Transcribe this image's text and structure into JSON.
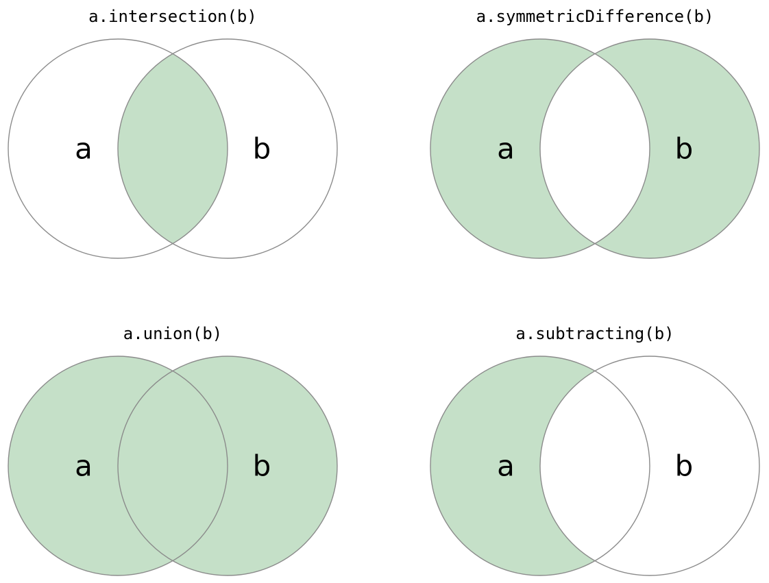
{
  "figure": {
    "background": "#ffffff",
    "shade_color": "#c5e0c8",
    "stroke_color": "#8b8b8b",
    "text_color": "#000000",
    "panels": [
      {
        "title": "a.intersection(b)",
        "label_a": "a",
        "label_b": "b",
        "operation": "intersection",
        "shaded_region": "a ∩ b",
        "shading": {
          "a": false,
          "b": false,
          "intersection": true
        }
      },
      {
        "title": "a.symmetricDifference(b)",
        "label_a": "a",
        "label_b": "b",
        "operation": "symmetricDifference",
        "shaded_region": "(a ∪ b) − (a ∩ b)",
        "shading": {
          "a": true,
          "b": true,
          "intersection": false
        }
      },
      {
        "title": "a.union(b)",
        "label_a": "a",
        "label_b": "b",
        "operation": "union",
        "shaded_region": "a ∪ b",
        "shading": {
          "a": true,
          "b": true,
          "intersection": true
        }
      },
      {
        "title": "a.subtracting(b)",
        "label_a": "a",
        "label_b": "b",
        "operation": "subtracting",
        "shaded_region": "a − b",
        "shading": {
          "a": true,
          "b": false,
          "intersection": false
        }
      }
    ]
  }
}
